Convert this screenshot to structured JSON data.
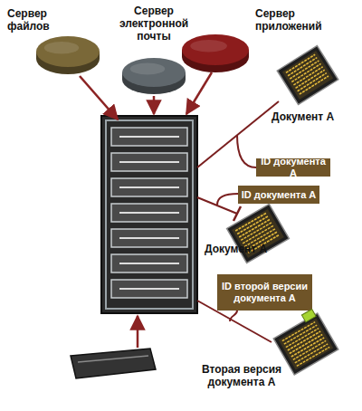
{
  "diagram": {
    "nodes": [
      {
        "text": [
          "Сервер файлов"
        ]
      },
      {
        "text": [
          "Сервер электронной почты"
        ]
      },
      {
        "text": [
          "Сервер приложений"
        ]
      },
      {
        "text": [
          "Документ А"
        ]
      },
      {
        "text": [
          "ID документа А"
        ]
      },
      {
        "text": [
          "ID документа А"
        ]
      },
      {
        "text": [
          "Документ А"
        ]
      },
      {
        "text": [
          "ID второй версии документа А"
        ]
      },
      {
        "text": [
          "Вторая версия документа А"
        ]
      }
    ]
  }
}
